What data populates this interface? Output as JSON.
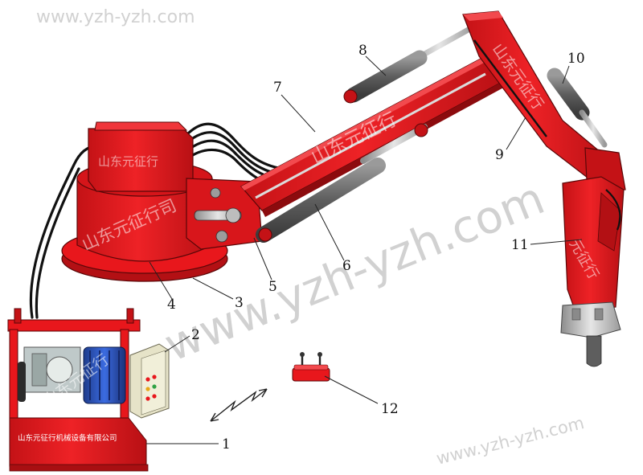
{
  "watermarks": {
    "url_top": "www.yzh-yzh.com",
    "url_bottom": "www.yzh-yzh.com",
    "url_diagonal": "www.yzh-yzh.com",
    "brand_cab": "山东元征行",
    "brand_drum": "山东元征行司",
    "brand_boom": "山东元征行",
    "brand_arm": "山东元征行",
    "brand_breaker": "元征行",
    "brand_unit": "山东元征行"
  },
  "power_unit": {
    "company_name": "山东元征行机械设备有限公司"
  },
  "callouts": [
    {
      "id": "1",
      "label": "1"
    },
    {
      "id": "2",
      "label": "2"
    },
    {
      "id": "3",
      "label": "3"
    },
    {
      "id": "4",
      "label": "4"
    },
    {
      "id": "5",
      "label": "5"
    },
    {
      "id": "6",
      "label": "6"
    },
    {
      "id": "7",
      "label": "7"
    },
    {
      "id": "8",
      "label": "8"
    },
    {
      "id": "9",
      "label": "9"
    },
    {
      "id": "10",
      "label": "10"
    },
    {
      "id": "11",
      "label": "11"
    },
    {
      "id": "12",
      "label": "12"
    }
  ],
  "colors": {
    "machine_red": "#e8171c",
    "dark_red": "#a80f12",
    "cylinder_grey": "#6d6d6d",
    "steel": "#cfcfcf",
    "hose": "#111111",
    "callout_line": "#222222"
  }
}
